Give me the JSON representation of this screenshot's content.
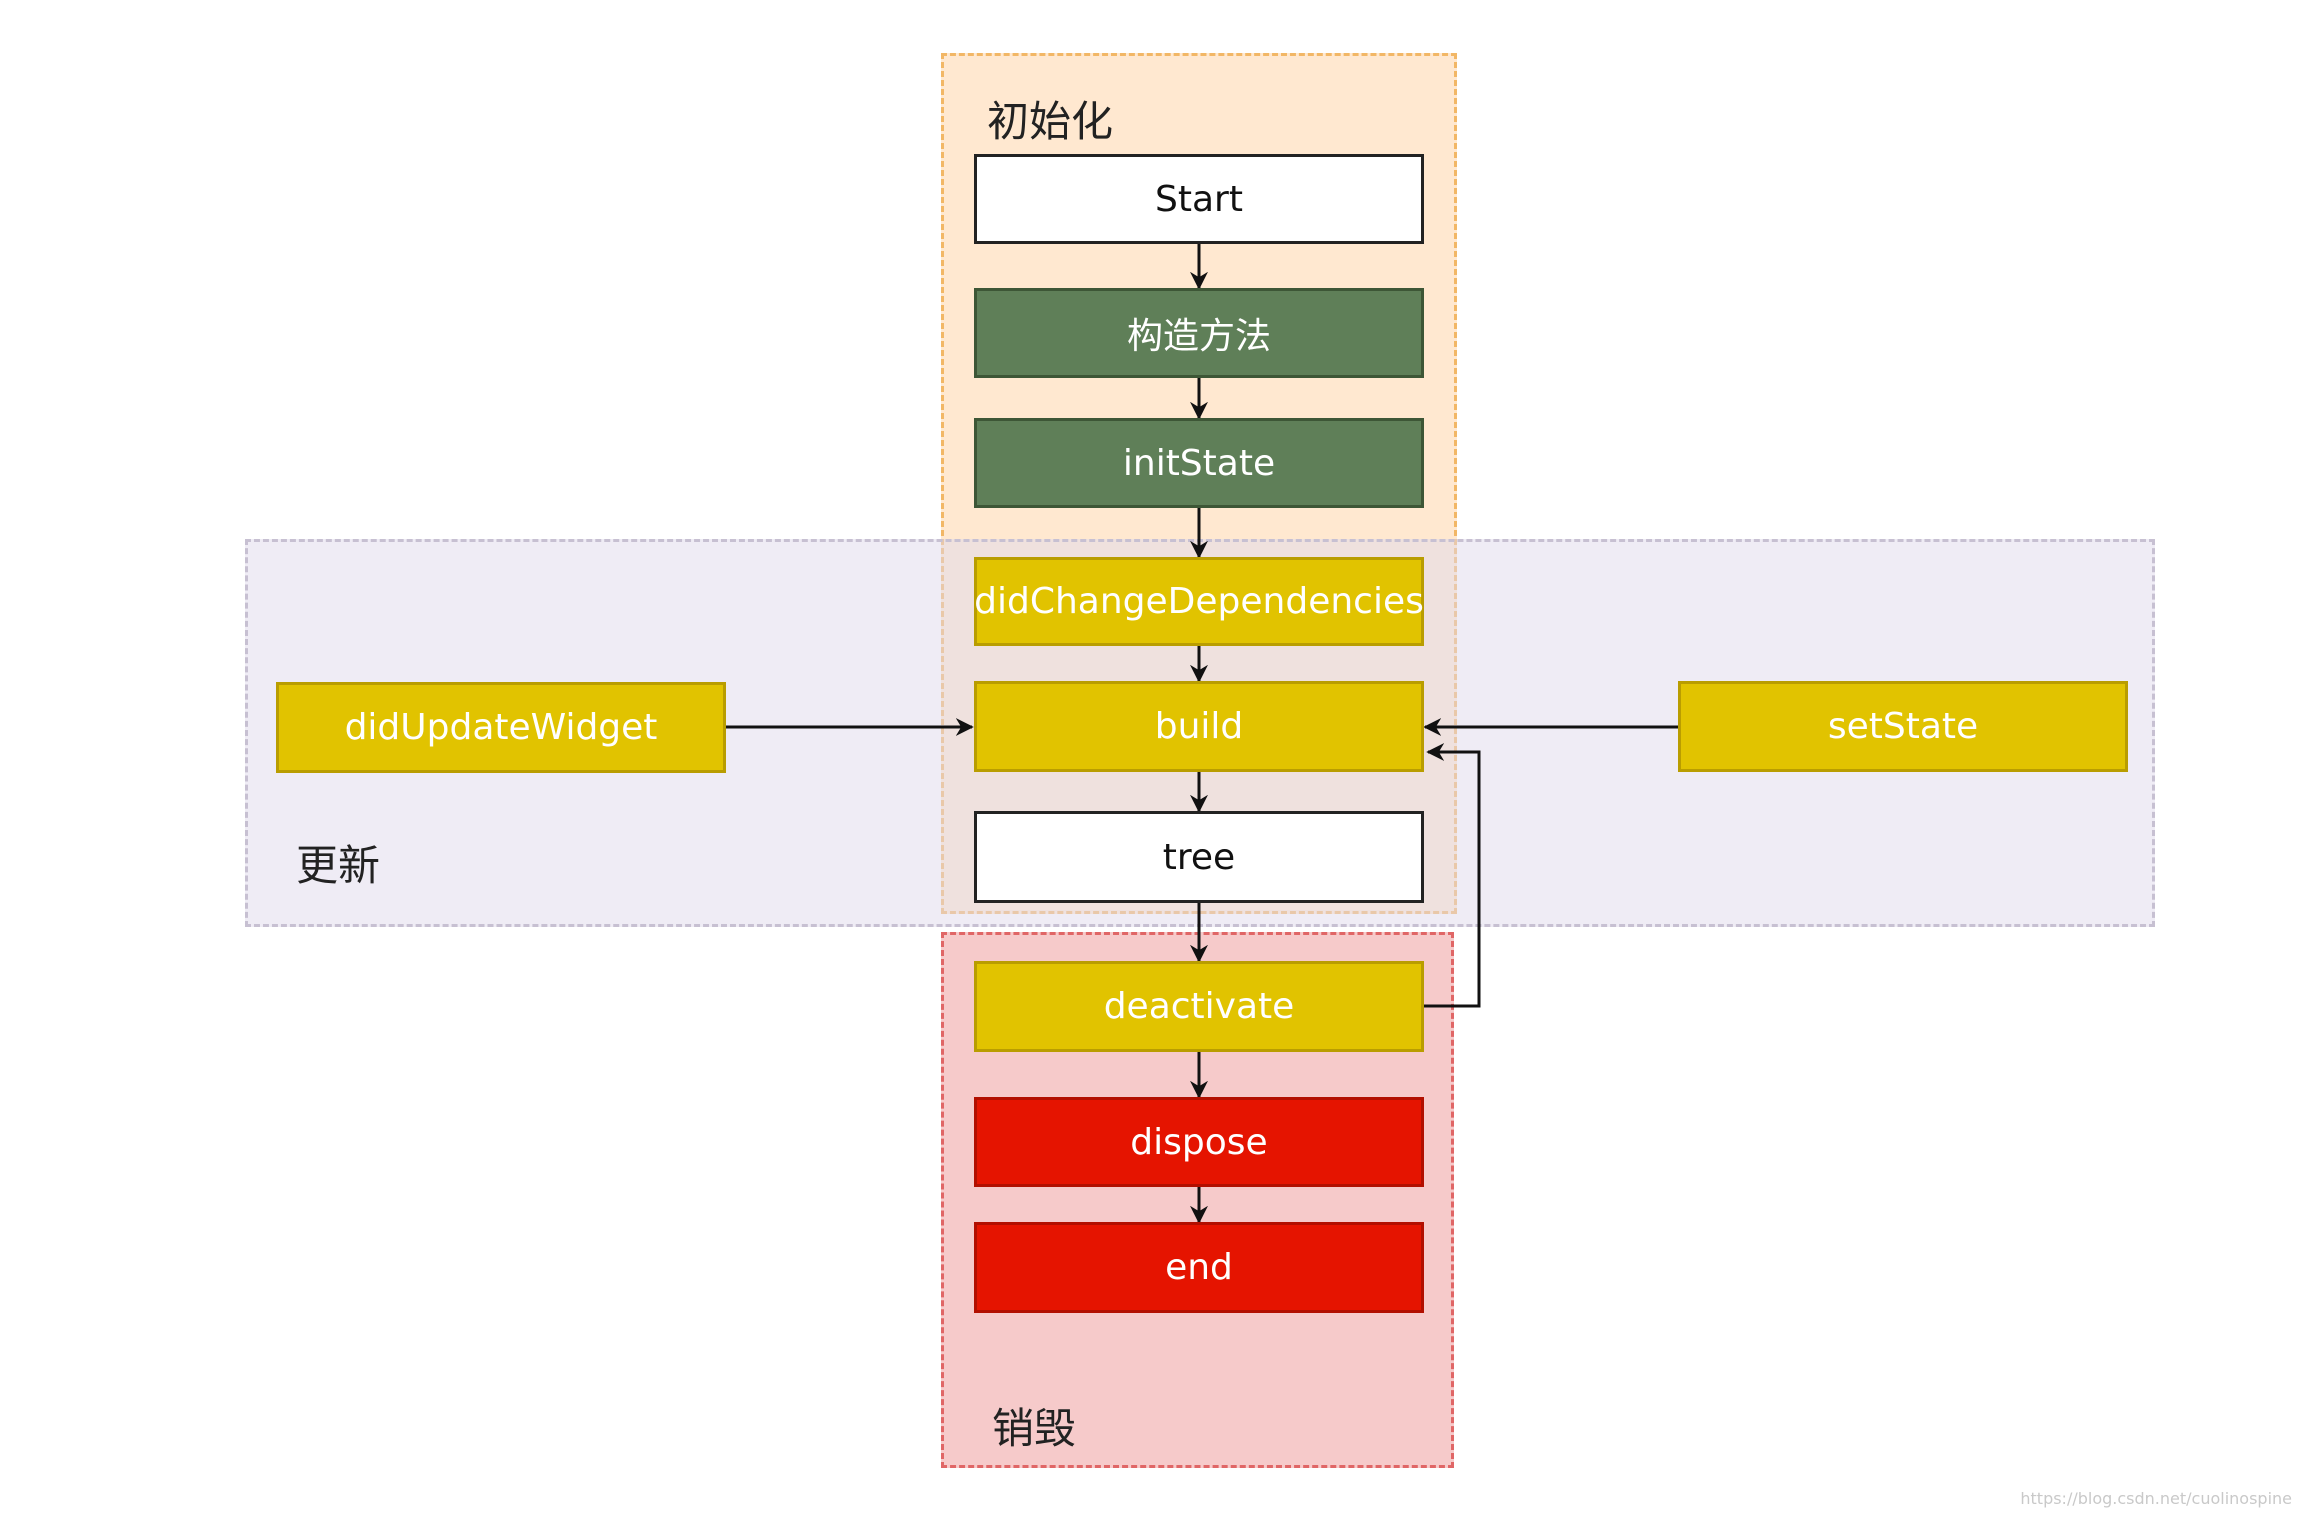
{
  "regions": {
    "init": "初始化",
    "update": "更新",
    "destroy": "销毁"
  },
  "nodes": {
    "start": "Start",
    "constructor": "构造方法",
    "init_state": "initState",
    "did_change_dependencies": "didChangeDependencies",
    "build": "build",
    "tree": "tree",
    "deactivate": "deactivate",
    "dispose": "dispose",
    "end": "end",
    "did_update_widget": "didUpdateWidget",
    "set_state": "setState"
  },
  "colors": {
    "init_region": "#ffd6aa",
    "update_region": "#e0daec",
    "destroy_region": "#f4c1c1",
    "green_node": "#5f7f58",
    "yellow_node": "#e1c300",
    "red_node": "#e51400"
  },
  "watermark": "https://blog.csdn.net/cuolinospine"
}
